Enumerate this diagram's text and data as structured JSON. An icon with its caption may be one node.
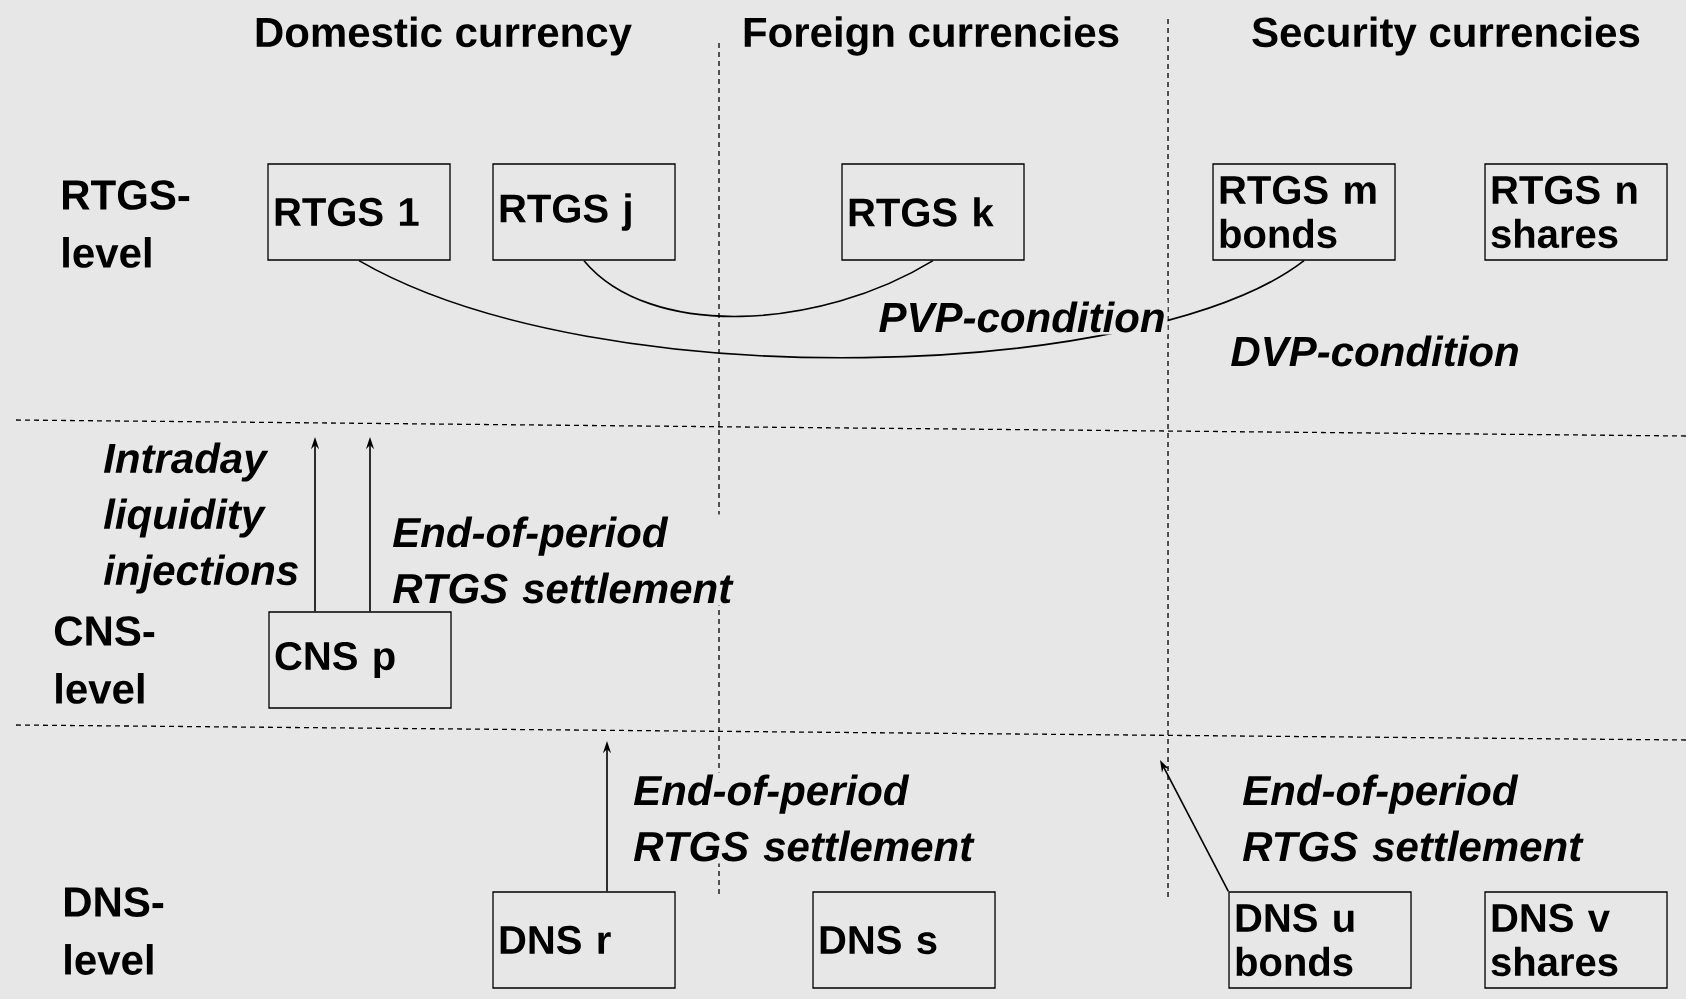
{
  "diagram": {
    "nodes": [
      {
        "text": [
          "RTGS 1"
        ]
      },
      {
        "text": [
          "RTGS j"
        ]
      },
      {
        "text": [
          "RTGS k"
        ]
      },
      {
        "text": [
          "RTGS m bonds"
        ]
      },
      {
        "text": [
          "RTGS n shares"
        ]
      },
      {
        "text": [
          "CNS p"
        ]
      },
      {
        "text": [
          "DNS r"
        ]
      },
      {
        "text": [
          "DNS s"
        ]
      },
      {
        "text": [
          "DNS u bonds"
        ]
      },
      {
        "text": [
          "DNS v shares"
        ]
      }
    ],
    "edges": [
      {
        "from": 1,
        "to": 2,
        "arrow": "none",
        "label": "PVP-condition"
      },
      {
        "from": 0,
        "to": 3,
        "arrow": "none",
        "label": "DVP-condition"
      },
      {
        "from": 5,
        "to": null,
        "arrow": "to",
        "label": "Intraday liquidity injections"
      },
      {
        "from": 5,
        "to": null,
        "arrow": "to",
        "label": "End-of-period RTGS settlement"
      },
      {
        "from": 6,
        "to": null,
        "arrow": "to",
        "label": "End-of-period RTGS settlement"
      },
      {
        "from": 8,
        "to": null,
        "arrow": "to",
        "label": "End-of-period RTGS settlement"
      }
    ],
    "labels": [
      "Domestic currency",
      "Foreign currencies",
      "Security currencies",
      "RTGS- level",
      "CNS- level",
      "DNS- level"
    ]
  }
}
